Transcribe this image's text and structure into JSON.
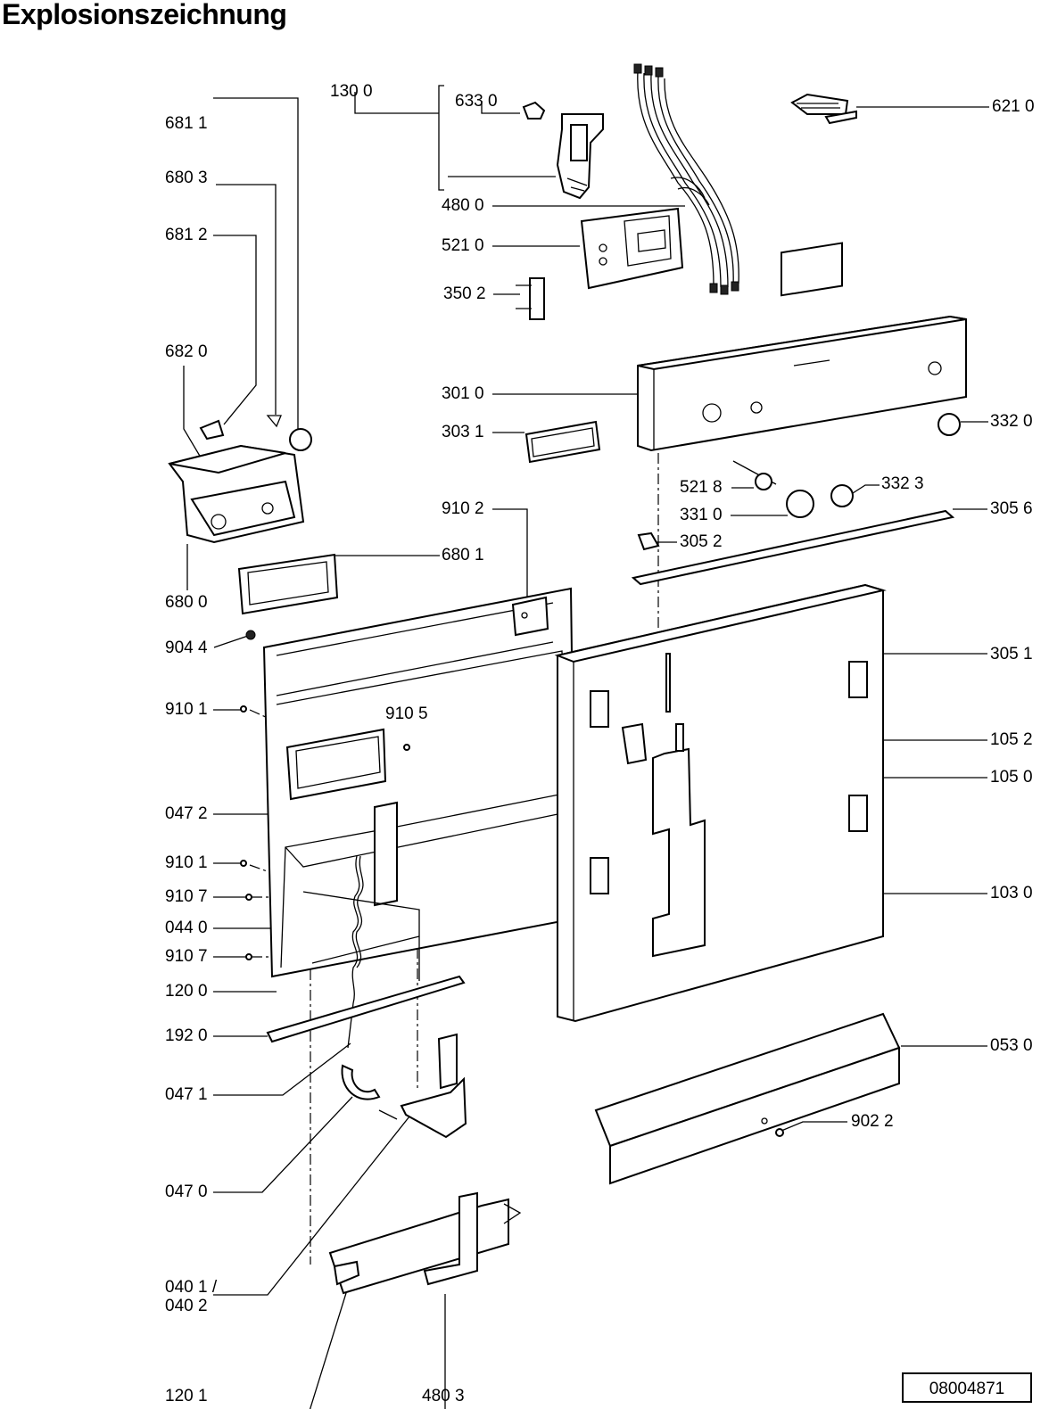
{
  "title": "Explosionszeichnung",
  "document_number": "08004871",
  "callouts": [
    {
      "id": "130-0",
      "text": "130 0"
    },
    {
      "id": "633-0",
      "text": "633 0"
    },
    {
      "id": "621-0",
      "text": "621 0"
    },
    {
      "id": "681-1",
      "text": "681 1"
    },
    {
      "id": "680-3",
      "text": "680 3"
    },
    {
      "id": "480-0",
      "text": "480 0"
    },
    {
      "id": "681-2",
      "text": "681 2"
    },
    {
      "id": "521-0",
      "text": "521 0"
    },
    {
      "id": "350-2",
      "text": "350 2"
    },
    {
      "id": "682-0",
      "text": "682 0"
    },
    {
      "id": "301-0",
      "text": "301 0"
    },
    {
      "id": "303-1",
      "text": "303 1"
    },
    {
      "id": "332-0",
      "text": "332 0"
    },
    {
      "id": "521-8",
      "text": "521 8"
    },
    {
      "id": "332-3",
      "text": "332 3"
    },
    {
      "id": "910-2",
      "text": "910 2"
    },
    {
      "id": "331-0",
      "text": "331 0"
    },
    {
      "id": "305-6",
      "text": "305 6"
    },
    {
      "id": "305-2",
      "text": "305 2"
    },
    {
      "id": "680-1",
      "text": "680 1"
    },
    {
      "id": "680-0",
      "text": "680 0"
    },
    {
      "id": "904-4",
      "text": "904 4"
    },
    {
      "id": "305-1",
      "text": "305 1"
    },
    {
      "id": "910-1a",
      "text": "910 1"
    },
    {
      "id": "910-5",
      "text": "910 5"
    },
    {
      "id": "105-2",
      "text": "105 2"
    },
    {
      "id": "105-0",
      "text": "105 0"
    },
    {
      "id": "047-2",
      "text": "047 2"
    },
    {
      "id": "910-1b",
      "text": "910 1"
    },
    {
      "id": "910-7a",
      "text": "910 7"
    },
    {
      "id": "103-0",
      "text": "103 0"
    },
    {
      "id": "044-0",
      "text": "044 0"
    },
    {
      "id": "910-7b",
      "text": "910 7"
    },
    {
      "id": "120-0",
      "text": "120 0"
    },
    {
      "id": "192-0",
      "text": "192 0"
    },
    {
      "id": "053-0",
      "text": "053 0"
    },
    {
      "id": "047-1",
      "text": "047 1"
    },
    {
      "id": "902-2",
      "text": "902 2"
    },
    {
      "id": "047-0",
      "text": "047 0"
    },
    {
      "id": "040-1",
      "text": "040 1 /"
    },
    {
      "id": "040-2",
      "text": "040 2"
    },
    {
      "id": "120-1",
      "text": "120 1"
    },
    {
      "id": "480-3",
      "text": "480 3"
    }
  ]
}
